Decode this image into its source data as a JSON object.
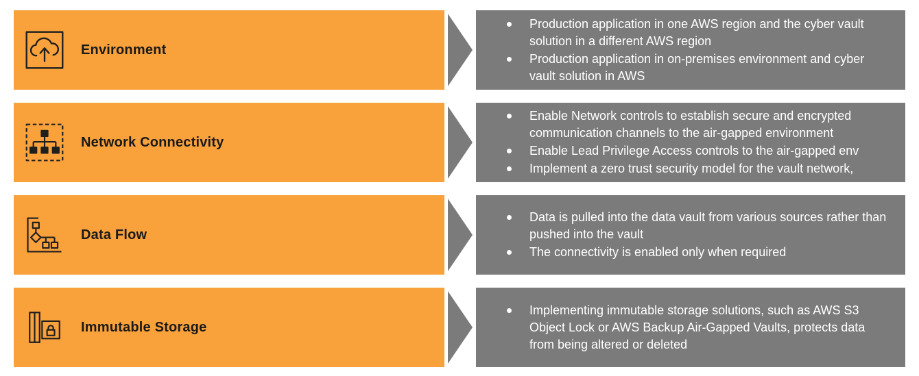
{
  "colors": {
    "accent_orange": "#F9A13B",
    "panel_gray": "#7B7B7B",
    "label_text": "#1A1A1A",
    "bullet_text": "#FFFFFF"
  },
  "rows": [
    {
      "label": "Environment",
      "icon": "cloud-upload-icon",
      "bullets": [
        "Production application in one AWS region and the cyber vault solution in a different AWS region",
        "Production application in on-premises environment and cyber vault solution in AWS"
      ]
    },
    {
      "label": "Network Connectivity",
      "icon": "network-tree-icon",
      "bullets": [
        "Enable Network controls to establish secure and encrypted communication channels to the air-gapped environment",
        "Enable Lead Privilege Access controls to the air-gapped env",
        "Implement a zero trust security model for the vault network,"
      ]
    },
    {
      "label": "Data Flow",
      "icon": "data-flow-icon",
      "bullets": [
        "Data is pulled into the data vault from various sources rather than pushed into the vault",
        "The connectivity is enabled only when required"
      ]
    },
    {
      "label": "Immutable Storage",
      "icon": "storage-lock-icon",
      "bullets": [
        "Implementing immutable storage solutions, such as AWS S3 Object Lock or AWS Backup Air-Gapped Vaults, protects data from being altered or deleted"
      ]
    }
  ]
}
